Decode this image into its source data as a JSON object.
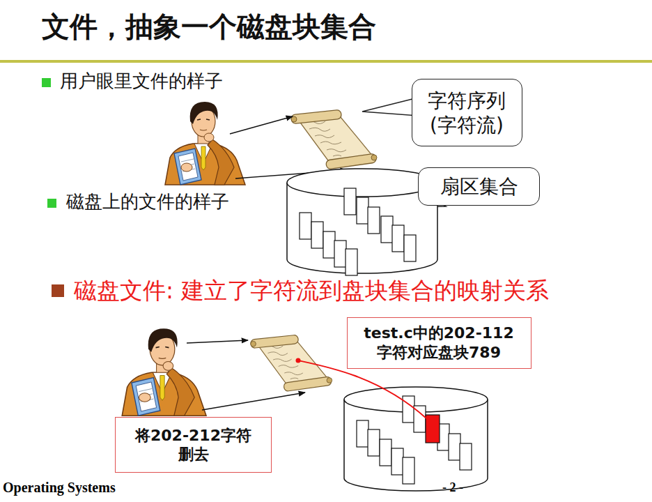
{
  "diagram": {
    "title": "文件，抽象一个磁盘块集合",
    "nodes": [
      {
        "text": [
          "字符序列 (字符流)"
        ]
      },
      {
        "text": [
          "扇区集合"
        ]
      },
      {
        "text": [
          "test.c中的202-112 字符对应盘块789"
        ]
      },
      {
        "text": [
          "将202-212字符 删去"
        ]
      }
    ],
    "labels": [
      "用户眼里文件的样子",
      "磁盘上的文件的样子",
      "磁盘文件: 建立了字符流到盘块集合的映射关系",
      "Operating Systems",
      "- 2 -"
    ]
  }
}
